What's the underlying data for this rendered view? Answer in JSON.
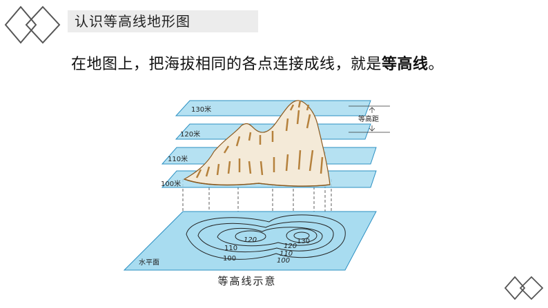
{
  "header": {
    "title": "认识等高线地形图"
  },
  "intro": {
    "text_before": "在地图上，把海拔相同的各点连接成线，就是",
    "emphasis": "等高线",
    "text_after": "。"
  },
  "figure": {
    "plane_labels": [
      "130米",
      "120米",
      "110米",
      "100米"
    ],
    "interval_label": "等高距",
    "base_label": "水平面",
    "contour_labels_left": [
      "120",
      "110",
      "100"
    ],
    "contour_labels_right": [
      "130",
      "120",
      "110",
      "100"
    ],
    "caption": "等高线示意",
    "colors": {
      "plane_fill": "#a8dcf0",
      "plane_stroke": "#2a8fc2",
      "mountain": "#b5813c",
      "contour": "#222222"
    }
  }
}
